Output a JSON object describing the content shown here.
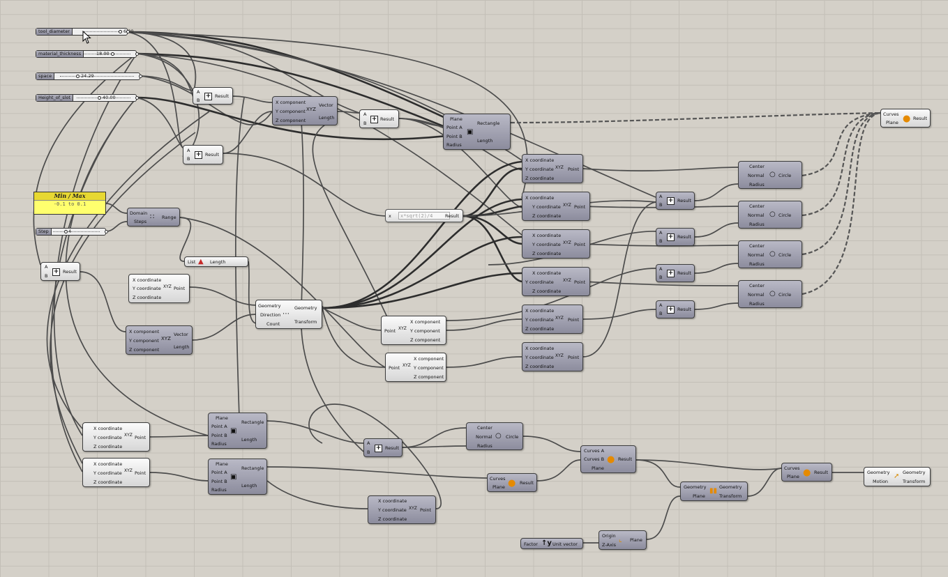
{
  "sliders": {
    "tool_diameter": {
      "name": "tool_diameter",
      "value": "6.00"
    },
    "material_thickness": {
      "name": "material_thickness",
      "value": "18.00"
    },
    "space": {
      "name": "space",
      "value": "24.29"
    },
    "height_of_slot": {
      "name": "Height_of_slot",
      "value": "40.00"
    },
    "step": {
      "name": "Step",
      "value": "4"
    }
  },
  "panel_minmax": {
    "title": "Min / Max",
    "value": "-0.1 to 0.1"
  },
  "expression": {
    "input": "x",
    "formula": "x*sqrt(2)/4",
    "output": "Result"
  },
  "labels": {
    "A": "A",
    "B": "B",
    "result": "Result",
    "plus": "+",
    "x_comp": "X component",
    "y_comp": "Y component",
    "z_comp": "Z component",
    "vector": "Vector",
    "length": "Length",
    "x_coord": "X coordinate",
    "y_coord": "Y coordinate",
    "z_coord": "Z coordinate",
    "point": "Point",
    "plane": "Plane",
    "point_a": "Point A",
    "point_b": "Point B",
    "radius": "Radius",
    "rectangle": "Rectangle",
    "center": "Center",
    "normal": "Normal",
    "circle": "Circle",
    "curves": "Curves",
    "curves_a": "Curves A",
    "curves_b": "Curves B",
    "domain": "Domain",
    "steps": "Steps",
    "range": "Range",
    "list": "List",
    "geometry": "Geometry",
    "direction": "Direction",
    "count": "Count",
    "transform": "Transform",
    "motion": "Motion",
    "factor": "Factor",
    "unit_vector": "Unit vector",
    "origin": "Origin",
    "z_axis": "Z-Axis",
    "xyz": "XYZ"
  },
  "colors": {
    "canvas": "#d4d0c8",
    "grid": "#c3bfb7",
    "component": "#9e9eae",
    "panel": "#ffff6e",
    "wire": "#4c4c4c",
    "accent_orange": "#e58a00"
  },
  "icons": [
    "addition-icon",
    "vector-xyz-icon",
    "point-xyz-icon",
    "rectangle-icon",
    "circle-icon",
    "region-union-icon",
    "range-icon",
    "list-length-icon",
    "linear-array-icon",
    "deconstruct-point-icon",
    "mirror-icon",
    "orient-icon",
    "unit-y-icon",
    "xy-plane-icon",
    "cursor-icon"
  ]
}
